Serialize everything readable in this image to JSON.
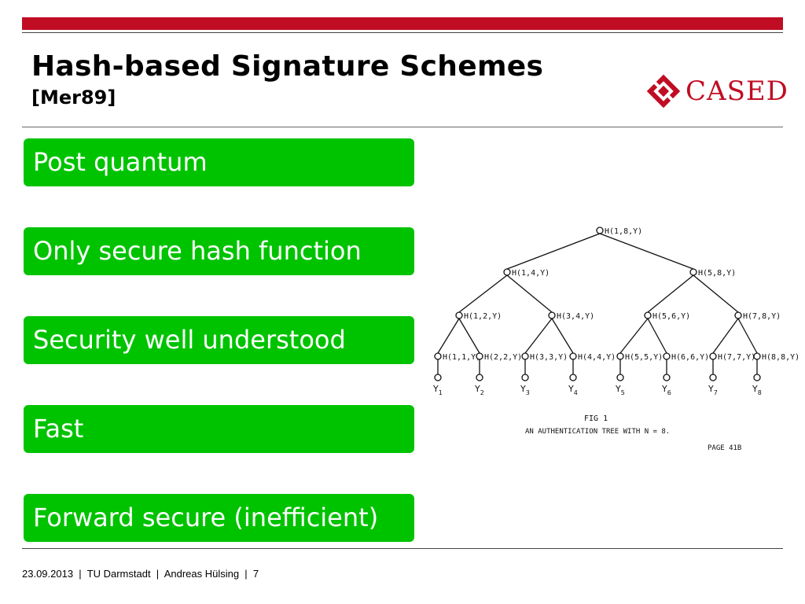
{
  "header": {
    "title": "Hash-based Signature Schemes",
    "subtitle": "[Mer89]",
    "logo_text": "CASED",
    "brand_color": "#c00d23"
  },
  "bullets": [
    "Post quantum",
    "Only secure hash function",
    "Security well understood",
    "Fast",
    "Forward secure (inefficient)"
  ],
  "bullet_color": "#00c300",
  "figure": {
    "root": "H(1,8,Y)",
    "level1": [
      "H(1,4,Y)",
      "H(5,8,Y)"
    ],
    "level2": [
      "H(1,2,Y)",
      "H(3,4,Y)",
      "H(5,6,Y)",
      "H(7,8,Y)"
    ],
    "level3": [
      "H(1,1,Y)",
      "H(2,2,Y)",
      "H(3,3,Y)",
      "H(4,4,Y)",
      "H(5,5,Y)",
      "H(6,6,Y)",
      "H(7,7,Y)",
      "H(8,8,Y)"
    ],
    "leaves": [
      "1",
      "2",
      "3",
      "4",
      "5",
      "6",
      "7",
      "8"
    ],
    "leaf_letter": "Y",
    "caption_line1": "FIG 1",
    "caption_line2": "AN AUTHENTICATION TREE WITH N = 8.",
    "page_label": "PAGE 41B"
  },
  "footer": {
    "date": "23.09.2013",
    "institution": "TU Darmstadt",
    "author": "Andreas Hülsing",
    "page": "7"
  }
}
